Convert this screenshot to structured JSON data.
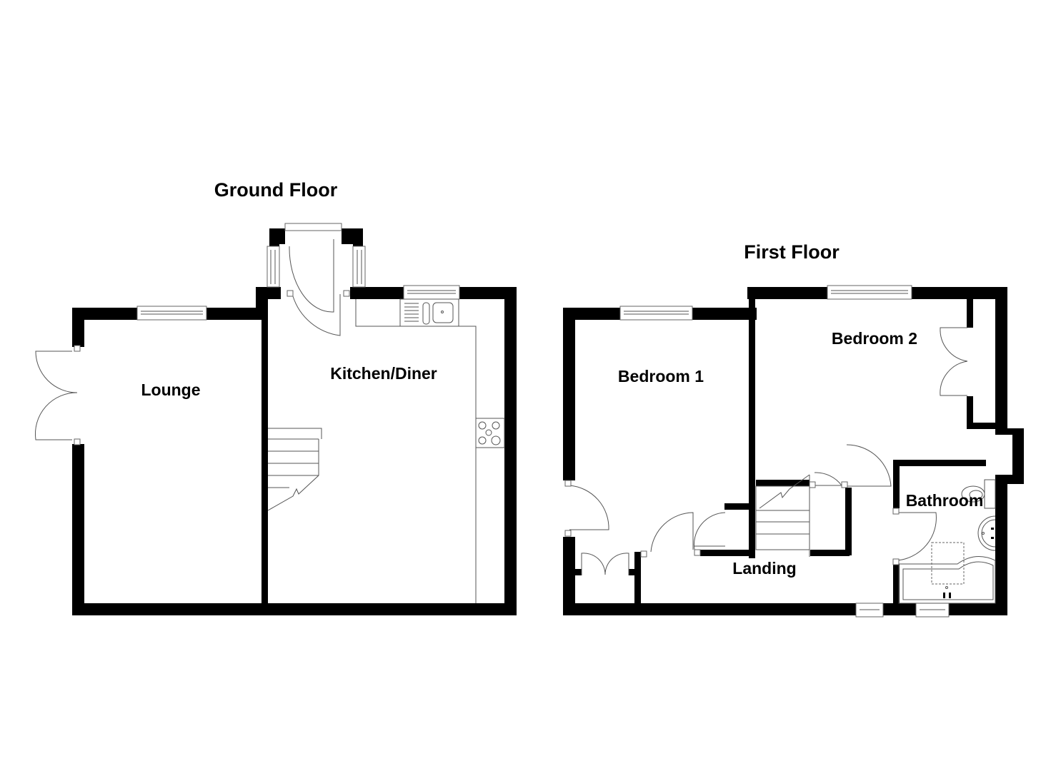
{
  "floors": [
    {
      "title": "Ground Floor",
      "rooms": [
        {
          "label": "Lounge"
        },
        {
          "label": "Kitchen/Diner"
        }
      ]
    },
    {
      "title": "First Floor",
      "rooms": [
        {
          "label": "Bedroom 1"
        },
        {
          "label": "Bedroom 2"
        },
        {
          "label": "Bathroom"
        },
        {
          "label": "Landing"
        }
      ]
    }
  ],
  "colors": {
    "wall": "#000000",
    "fixture_line": "#555555",
    "background": "#ffffff"
  }
}
